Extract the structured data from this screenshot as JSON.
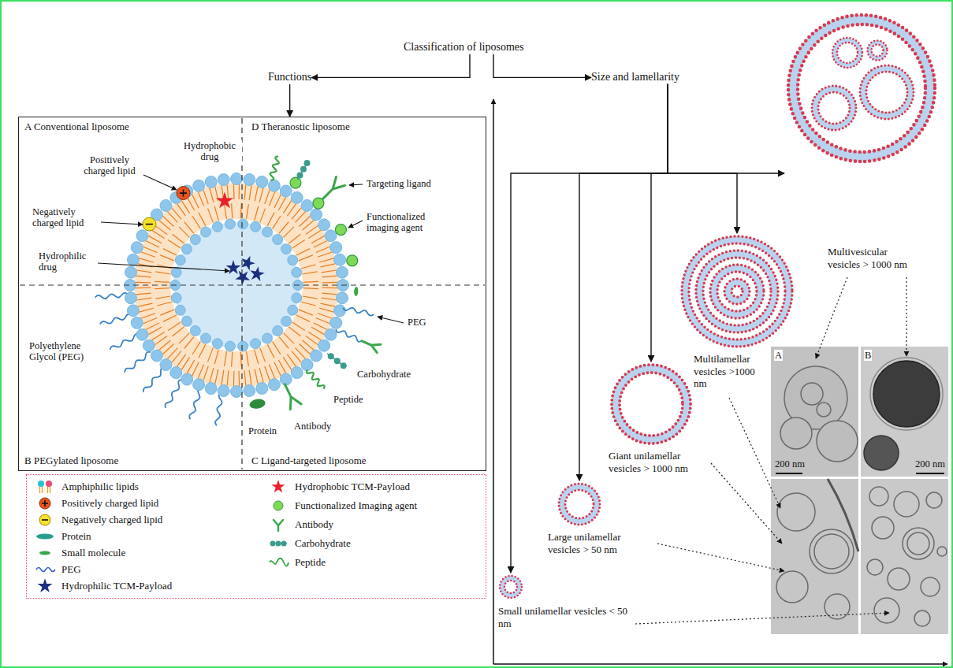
{
  "diagram": {
    "nodes": [
      {
        "text": [
          "Classification of liposomes"
        ]
      },
      {
        "text": [
          "Functions"
        ]
      },
      {
        "text": [
          "Size and lamellarity"
        ]
      },
      {
        "text": [
          "A Conventional liposome",
          "D Theranostic liposome",
          "B PEGylated liposome",
          "C Ligand-targeted liposome"
        ]
      },
      {
        "text": [
          "Small unilamellar vesicles < 50 nm"
        ]
      },
      {
        "text": [
          "Large unilamellar vesicles > 50 nm"
        ]
      },
      {
        "text": [
          "Giant unilamellar vesicles > 1000 nm"
        ]
      },
      {
        "text": [
          "Multilamellar vesicles >1000 nm"
        ]
      },
      {
        "text": [
          "Multivesicular vesicles > 1000 nm"
        ]
      }
    ],
    "edges": [
      {
        "from": 0,
        "to": 1,
        "arrow": "to"
      },
      {
        "from": 0,
        "to": 2,
        "arrow": "to"
      },
      {
        "from": 1,
        "to": 3,
        "arrow": "to"
      },
      {
        "from": 2,
        "to": 4,
        "arrow": "to"
      },
      {
        "from": 2,
        "to": 5,
        "arrow": "to"
      },
      {
        "from": 2,
        "to": 6,
        "arrow": "to"
      },
      {
        "from": 2,
        "to": 7,
        "arrow": "to"
      },
      {
        "from": 2,
        "to": 8,
        "arrow": "to"
      }
    ],
    "labels": [
      "Hydrophobic drug",
      "Positively charged lipid",
      "Negatively charged lipid",
      "Hydrophilic drug",
      "Targeting ligand",
      "Functionalized imaging agent",
      "Polyethylene Glycol (PEG)",
      "PEG",
      "Carbohydrate",
      "Peptide",
      "Protein",
      "Antibody",
      "A",
      "B",
      "200 nm",
      "200 nm"
    ],
    "legend": [
      {
        "text": "Amphiphilic lipids"
      },
      {
        "text": "Positively charged lipid"
      },
      {
        "text": "Negatively charged lipid"
      },
      {
        "text": "Protein"
      },
      {
        "text": "Small molecule"
      },
      {
        "text": "PEG"
      },
      {
        "text": "Hydrophilic TCM-Payload"
      },
      {
        "text": "Hydrophobic TCM-Payload"
      },
      {
        "text": "Functionalized Imaging agent"
      },
      {
        "text": "Antibody"
      },
      {
        "text": "Carbohydrate"
      },
      {
        "text": "Peptide"
      }
    ]
  }
}
